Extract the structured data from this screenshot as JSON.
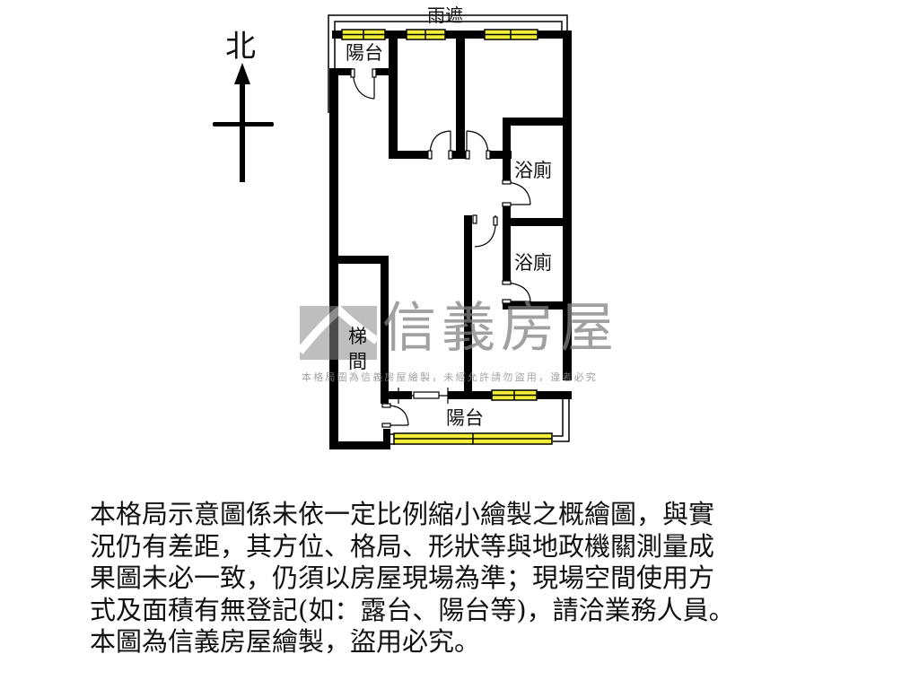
{
  "compass": {
    "label": "北",
    "icon": "north-arrow-icon"
  },
  "rooms": {
    "rain_cover": "雨遮",
    "balcony_top": "陽台",
    "bath_upper": "浴廁",
    "bath_lower": "浴廁",
    "stairwell_line1": "梯",
    "stairwell_line2": "間",
    "balcony_bottom": "陽台"
  },
  "watermark": {
    "brand": "信義房屋",
    "subtitle": "本格局圖為信義房屋繪製，未經允許請勿盜用，違者必究"
  },
  "colors": {
    "wall": "#000000",
    "window_fill": "#f2ee3a",
    "window_stroke": "#000000",
    "watermark": "#8c8c8c",
    "background": "#ffffff"
  },
  "disclaimer": {
    "lines": [
      "本格局示意圖係未依一定比例縮小繪製之概繪圖，與實",
      "況仍有差距，其方位、格局、形狀等與地政機關測量成",
      "果圖未必一致，仍須以房屋現場為準；現場空間使用方",
      "式及面積有無登記(如：露台、陽台等)，請洽業務人員。",
      "本圖為信義房屋繪製，盜用必究。"
    ]
  }
}
